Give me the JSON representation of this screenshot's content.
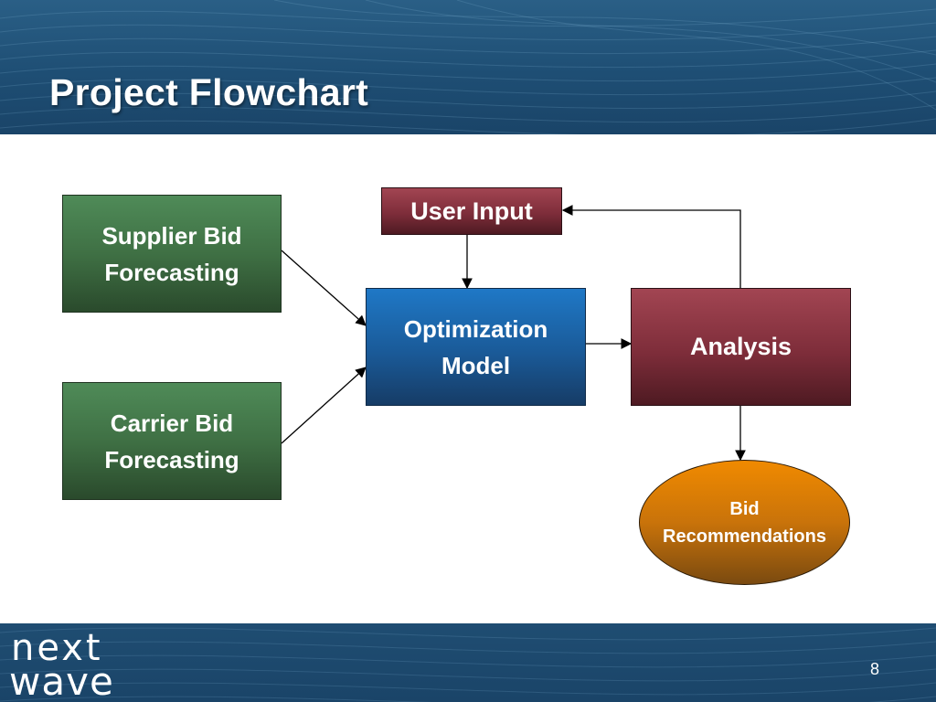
{
  "slide": {
    "title": "Project Flowchart",
    "page_number": "8"
  },
  "logo": {
    "line1": "next",
    "line2": "wave"
  },
  "diagram": {
    "nodes": {
      "supplier": "Supplier Bid\nForecasting",
      "carrier": "Carrier Bid\nForecasting",
      "user_input": "User Input",
      "optimization": "Optimization\nModel",
      "analysis": "Analysis",
      "bid_recommendations": "Bid\nRecommendations"
    }
  },
  "colors": {
    "header": "#1e4e74",
    "green_node": "#3f7044",
    "maroon_node": "#7e2d3a",
    "blue_node": "#1a5a98",
    "orange_node": "#d97c08"
  }
}
